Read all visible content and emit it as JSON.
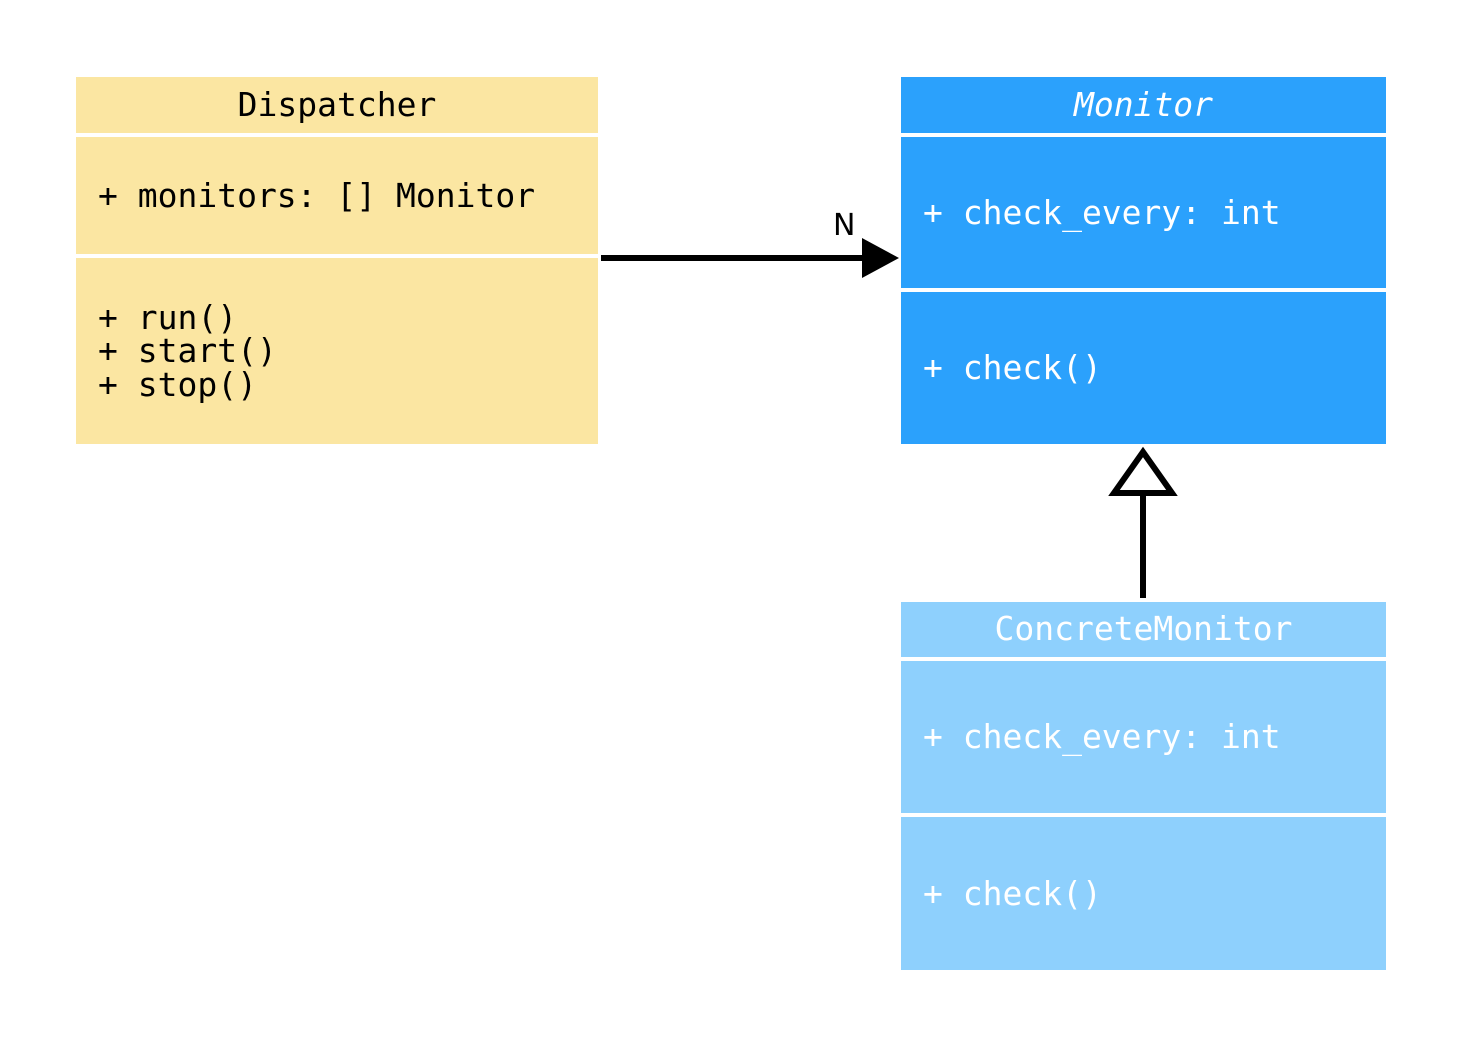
{
  "diagram": {
    "type": "uml-class-diagram",
    "background_color": "#ffffff",
    "classes": [
      {
        "id": "dispatcher",
        "name": "Dispatcher",
        "abstract": false,
        "fill_color": "#fbe6a2",
        "text_color": "#000000",
        "attributes": [
          "+ monitors: [] Monitor"
        ],
        "methods": [
          "+ run()",
          "+ start()",
          "+ stop()"
        ]
      },
      {
        "id": "monitor",
        "name": "Monitor",
        "abstract": true,
        "fill_color": "#2ba1fc",
        "text_color": "#ffffff",
        "attributes": [
          "+ check_every: int"
        ],
        "methods": [
          "+ check()"
        ]
      },
      {
        "id": "concrete-monitor",
        "name": "ConcreteMonitor",
        "abstract": false,
        "fill_color": "#8ed0fd",
        "text_color": "#ffffff",
        "attributes": [
          "+ check_every: int"
        ],
        "methods": [
          "+ check()"
        ]
      }
    ],
    "relationships": [
      {
        "id": "dispatcher-monitor",
        "kind": "association",
        "from": "Dispatcher",
        "to": "Monitor",
        "label": "N",
        "arrowhead": "filled-triangle",
        "line_color": "#000000"
      },
      {
        "id": "concrete-monitor-monitor",
        "kind": "generalization",
        "from": "ConcreteMonitor",
        "to": "Monitor",
        "label": "",
        "arrowhead": "hollow-triangle",
        "line_color": "#000000"
      }
    ]
  }
}
